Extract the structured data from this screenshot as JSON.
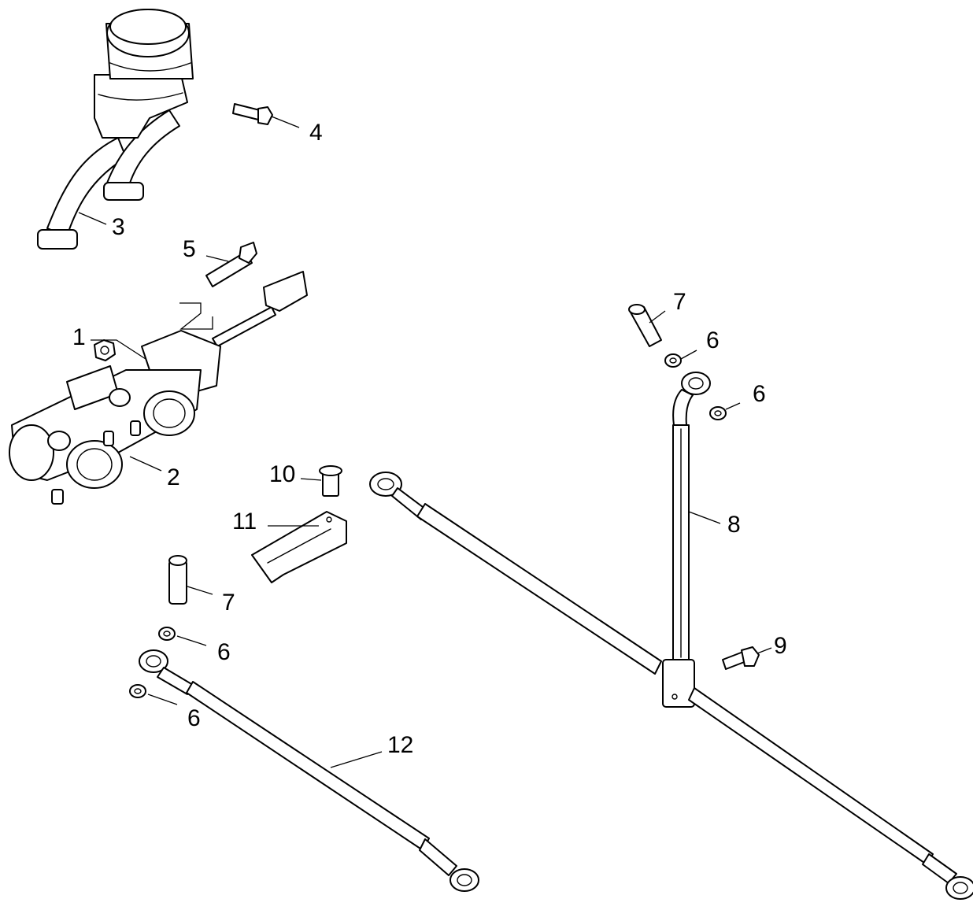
{
  "callouts": {
    "c1": "1",
    "c2": "2",
    "c3": "3",
    "c4": "4",
    "c5": "5",
    "c6a": "6",
    "c6b": "6",
    "c6c": "6",
    "c6d": "6",
    "c7a": "7",
    "c7b": "7",
    "c8": "8",
    "c9": "9",
    "c10": "10",
    "c11": "11",
    "c12": "12"
  },
  "parts": [
    {
      "callout": "1",
      "name": "nut"
    },
    {
      "callout": "2",
      "name": "master-cylinder"
    },
    {
      "callout": "3",
      "name": "reservoir-with-hose"
    },
    {
      "callout": "4",
      "name": "flange-bolt"
    },
    {
      "callout": "5",
      "name": "pin"
    },
    {
      "callout": "6",
      "name": "sealing-washer"
    },
    {
      "callout": "7",
      "name": "banjo-bolt"
    },
    {
      "callout": "8",
      "name": "brake-line-vertical"
    },
    {
      "callout": "9",
      "name": "flange-bolt"
    },
    {
      "callout": "10",
      "name": "bushing"
    },
    {
      "callout": "11",
      "name": "bracket"
    },
    {
      "callout": "12",
      "name": "brake-line"
    }
  ],
  "colors": {
    "line": "#000000",
    "background": "#ffffff"
  }
}
